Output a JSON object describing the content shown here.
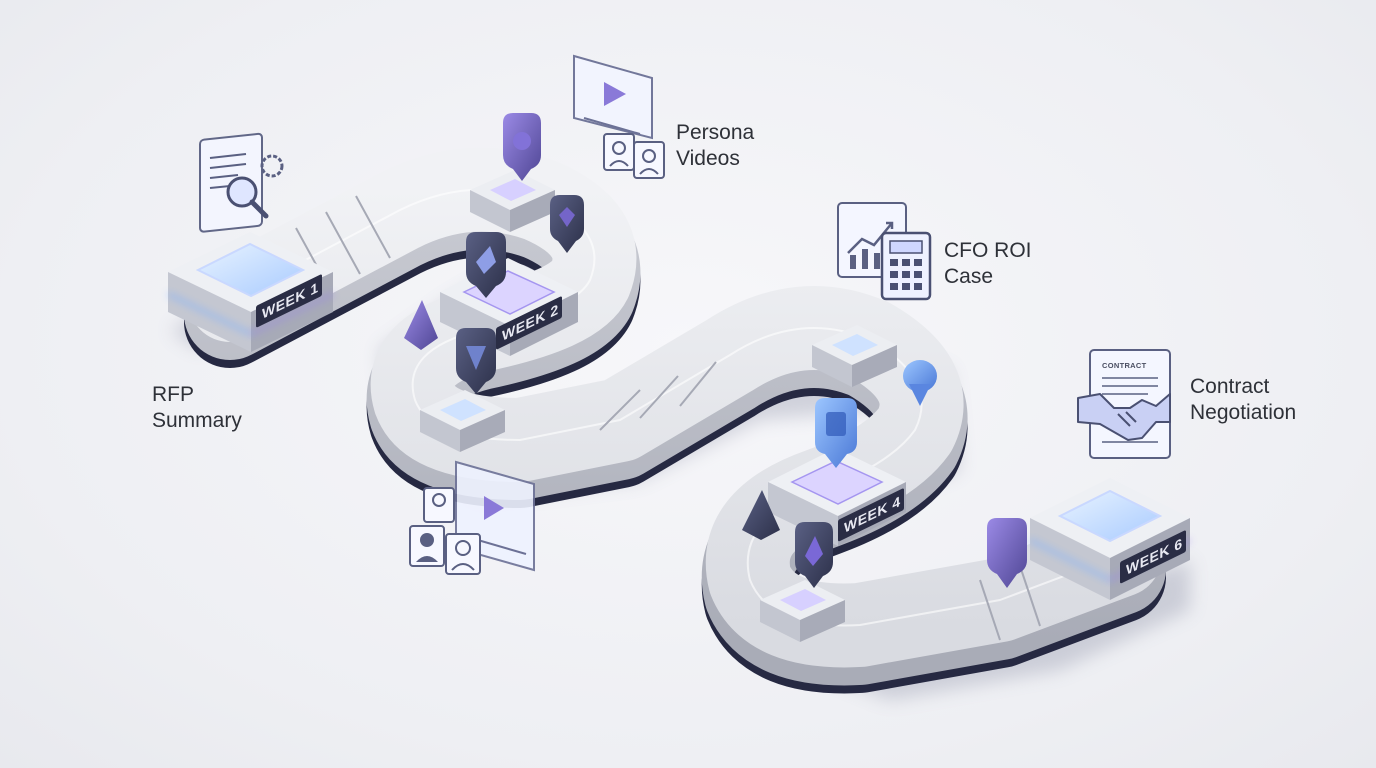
{
  "labels": {
    "rfp": [
      "RFP",
      "Summary"
    ],
    "persona": [
      "Persona",
      "Videos"
    ],
    "cfo": [
      "CFO ROI",
      "Case"
    ],
    "contract": [
      "Contract",
      "Negotiation"
    ]
  },
  "weeks": {
    "w1": "WEEK 1",
    "w2": "WEEK 2",
    "w4": "WEEK 4",
    "w6": "WEEK 6"
  },
  "icons": {
    "contract_doc_title": "CONTRACT"
  },
  "colors": {
    "track_top": "#e4e5ea",
    "track_side": "#b7b9c3",
    "track_shadow": "#2a2d48",
    "accent_purple": "#8a79d8",
    "accent_blue": "#7fb0ff",
    "pin_dark": "#3d4260",
    "pin_purple": "#6b5fb5"
  }
}
